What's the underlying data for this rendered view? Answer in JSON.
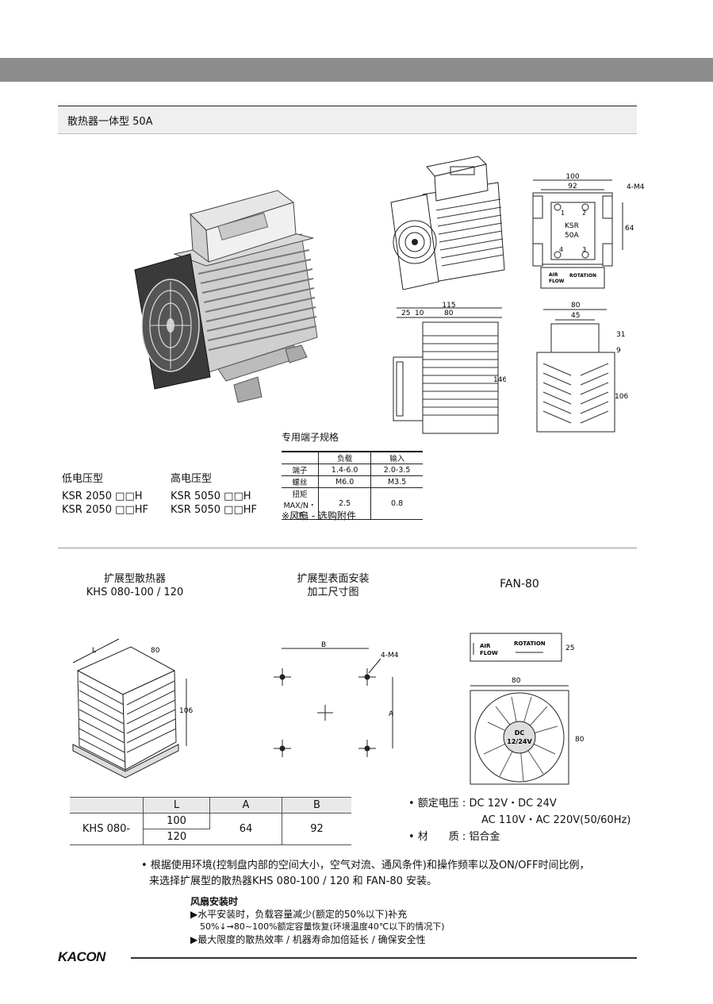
{
  "header": {
    "section_title": "散热器一体型 50A"
  },
  "front_drawing": {
    "w100": "100",
    "w92": "92",
    "mount": "4-M4",
    "h64": "64",
    "model": "KSR",
    "rating": "50A",
    "t1": "1",
    "t2": "2",
    "t3": "3",
    "t4": "4",
    "air": "AIR",
    "flow": "FLOW",
    "rotation": "ROTATION"
  },
  "side_drawing": {
    "w115": "115",
    "d25": "25",
    "d10": "10",
    "d80": "80",
    "h146": "146"
  },
  "end_drawing": {
    "w80": "80",
    "w45": "45",
    "d31": "31",
    "d9": "9",
    "h106": "106"
  },
  "terminal_spec": {
    "title": "专用端子规格",
    "col_load": "负载",
    "col_input": "输入",
    "rows": [
      {
        "label": "端子",
        "load": "1.4-6.0",
        "input": "2.0-3.5"
      },
      {
        "label": "螺丝",
        "load": "M6.0",
        "input": "M3.5"
      },
      {
        "label": "扭矩",
        "label2": "MAX/N・m",
        "load": "2.5",
        "input": "0.8"
      }
    ],
    "note": "※风扇 - 选购附件"
  },
  "models": {
    "low_title": "低电压型",
    "low_1": "KSR 2050 □□H",
    "low_2": "KSR 2050 □□HF",
    "high_title": "高电压型",
    "high_1": "KSR 5050 □□H",
    "high_2": "KSR 5050 □□HF"
  },
  "expansion": {
    "heatsink_title": "扩展型散热器",
    "heatsink_model": "KHS 080-100 / 120",
    "mount_title": "扩展型表面安装",
    "mount_sub": "加工尺寸图",
    "fan_title": "FAN-80"
  },
  "heatsink_drawing": {
    "L": "L",
    "w80": "80",
    "h106": "106"
  },
  "mount_drawing": {
    "B": "B",
    "A": "A",
    "screw": "4-M4"
  },
  "fan_drawing": {
    "air": "AIR",
    "flow": "FLOW",
    "rotation": "ROTATION",
    "h25": "25",
    "w80": "80",
    "h80": "80",
    "dc": "DC",
    "volt": "12/24V"
  },
  "khs_table": {
    "headers": [
      "",
      "L",
      "A",
      "B"
    ],
    "model": "KHS 080-",
    "l1": "100",
    "l2": "120",
    "a": "64",
    "b": "92"
  },
  "fan_spec": {
    "voltage_label": "• 额定电压 :",
    "voltage_dc": "DC 12V・DC 24V",
    "voltage_ac": "AC 110V・AC 220V(50/60Hz)",
    "material_label": "• 材　　质 :",
    "material": "铝合金"
  },
  "notes": {
    "line1": "• 根据使用环境(控制盘内部的空间大小，空气对流、通风条件)和操作频率以及ON/OFF时间比例，",
    "line2": "来选择扩展型的散热器KHS 080-100 / 120 和 FAN-80 安装。"
  },
  "fan_install": {
    "title": "风扇安装时",
    "item1": "▶水平安装时，负载容量减少(额定的50%以下)补充",
    "item1b_a": "50%",
    "item1b_b": "➞80~100%额定容量恢复(环境温度40℃以下的情况下)",
    "item2": "▶最大限度的散热效率 / 机器寿命加倍延长 / 确保安全性"
  },
  "footer": {
    "logo": "KACON"
  }
}
